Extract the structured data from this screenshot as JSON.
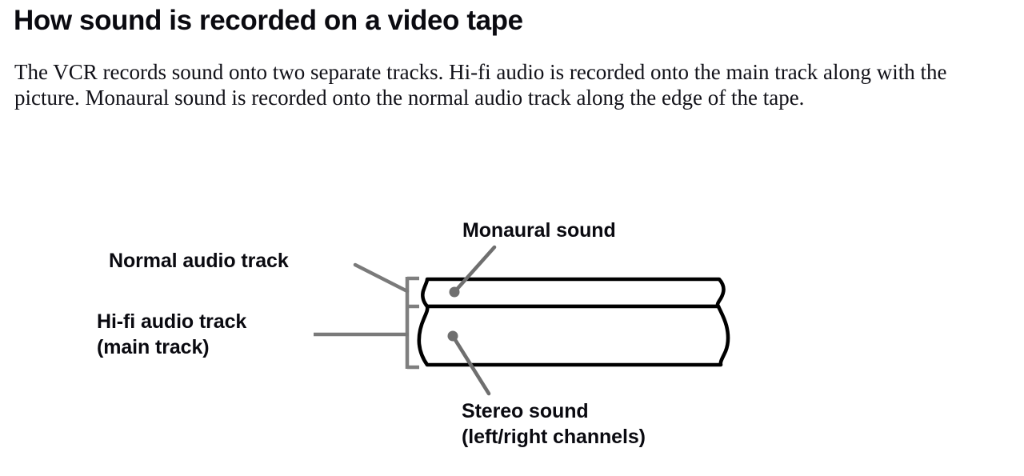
{
  "document": {
    "title": "How sound is recorded on a video tape",
    "paragraphs": [
      "The VCR records sound onto two separate tracks.  Hi-fi audio is recorded onto the main track along with the picture.  Monaural sound is recorded onto the normal audio track along the edge of the tape."
    ]
  },
  "diagram": {
    "name": "video-tape-audio-tracks",
    "labels": {
      "normal_audio_track": "Normal audio track",
      "hifi_audio_track_line1": "Hi-fi audio track",
      "hifi_audio_track_line2": "(main track)",
      "monaural_sound": "Monaural sound",
      "stereo_sound_line1": "Stereo sound",
      "stereo_sound_line2": "(left/right channels)"
    },
    "colors": {
      "tape_outline": "#000000",
      "leader_line": "#7a7a7a",
      "bracket": "#7f7f7f",
      "text": "#0a0a10",
      "background": "#ffffff"
    },
    "parts": [
      {
        "name": "normal-audio-track-band",
        "description": "upper narrow band of the tape"
      },
      {
        "name": "hifi-audio-track-band",
        "description": "lower wide main band of the tape"
      },
      {
        "name": "track-bracket",
        "description": "bracket grouping the two tape bands"
      },
      {
        "name": "monaural-leader",
        "description": "leader line with dot pointing into upper band"
      },
      {
        "name": "stereo-leader",
        "description": "leader line with dot pointing into lower band"
      }
    ]
  }
}
